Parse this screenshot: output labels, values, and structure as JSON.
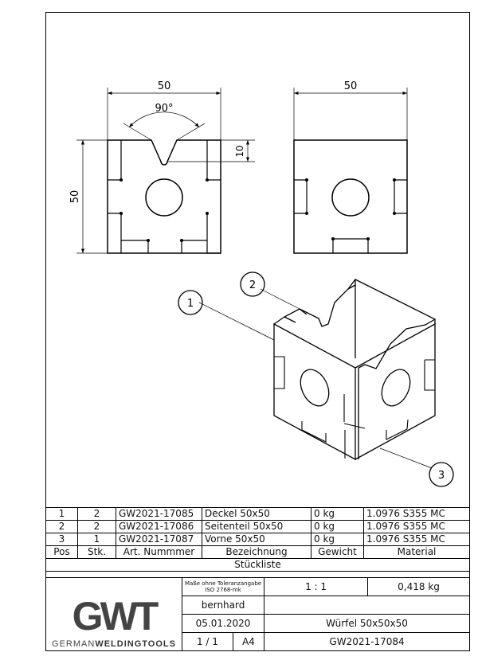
{
  "drawing": {
    "front_view": {
      "width_dim": "50",
      "height_dim": "50",
      "angle_dim": "90°",
      "depth_dim": "10"
    },
    "side_view": {
      "width_dim": "50"
    },
    "balloons": [
      "1",
      "2",
      "3"
    ]
  },
  "parts_list": {
    "rows": [
      {
        "pos": "1",
        "qty": "2",
        "art": "GW2021-17085",
        "name": "Deckel 50x50",
        "weight": "0 kg",
        "material": "1.0976 S355 MC"
      },
      {
        "pos": "2",
        "qty": "2",
        "art": "GW2021-17086",
        "name": "Seitenteil 50x50",
        "weight": "0 kg",
        "material": "1.0976 S355 MC"
      },
      {
        "pos": "3",
        "qty": "1",
        "art": "GW2021-17087",
        "name": "Vorne 50x50",
        "weight": "0 kg",
        "material": "1.0976 S355 MC"
      }
    ],
    "headers": {
      "pos": "Pos",
      "qty": "Stk.",
      "art": "Art. Nummmer",
      "name": "Bezeichnung",
      "weight": "Gewicht",
      "material": "Material"
    },
    "caption": "Stückliste"
  },
  "title_block": {
    "logo_text": "GWT",
    "logo_sub_light": "GERMAN",
    "logo_sub_bold": "WELDINGTOOLS",
    "tolerance_line1": "Maße ohne Toleranzangabe",
    "tolerance_line2": "ISO 2768-mk",
    "scale": "1 : 1",
    "mass": "0,418 kg",
    "author": "bernhard",
    "date": "05.01.2020",
    "title": "Würfel 50x50x50",
    "sheet": "1 / 1",
    "format": "A4",
    "drawing_number": "GW2021-17084"
  }
}
